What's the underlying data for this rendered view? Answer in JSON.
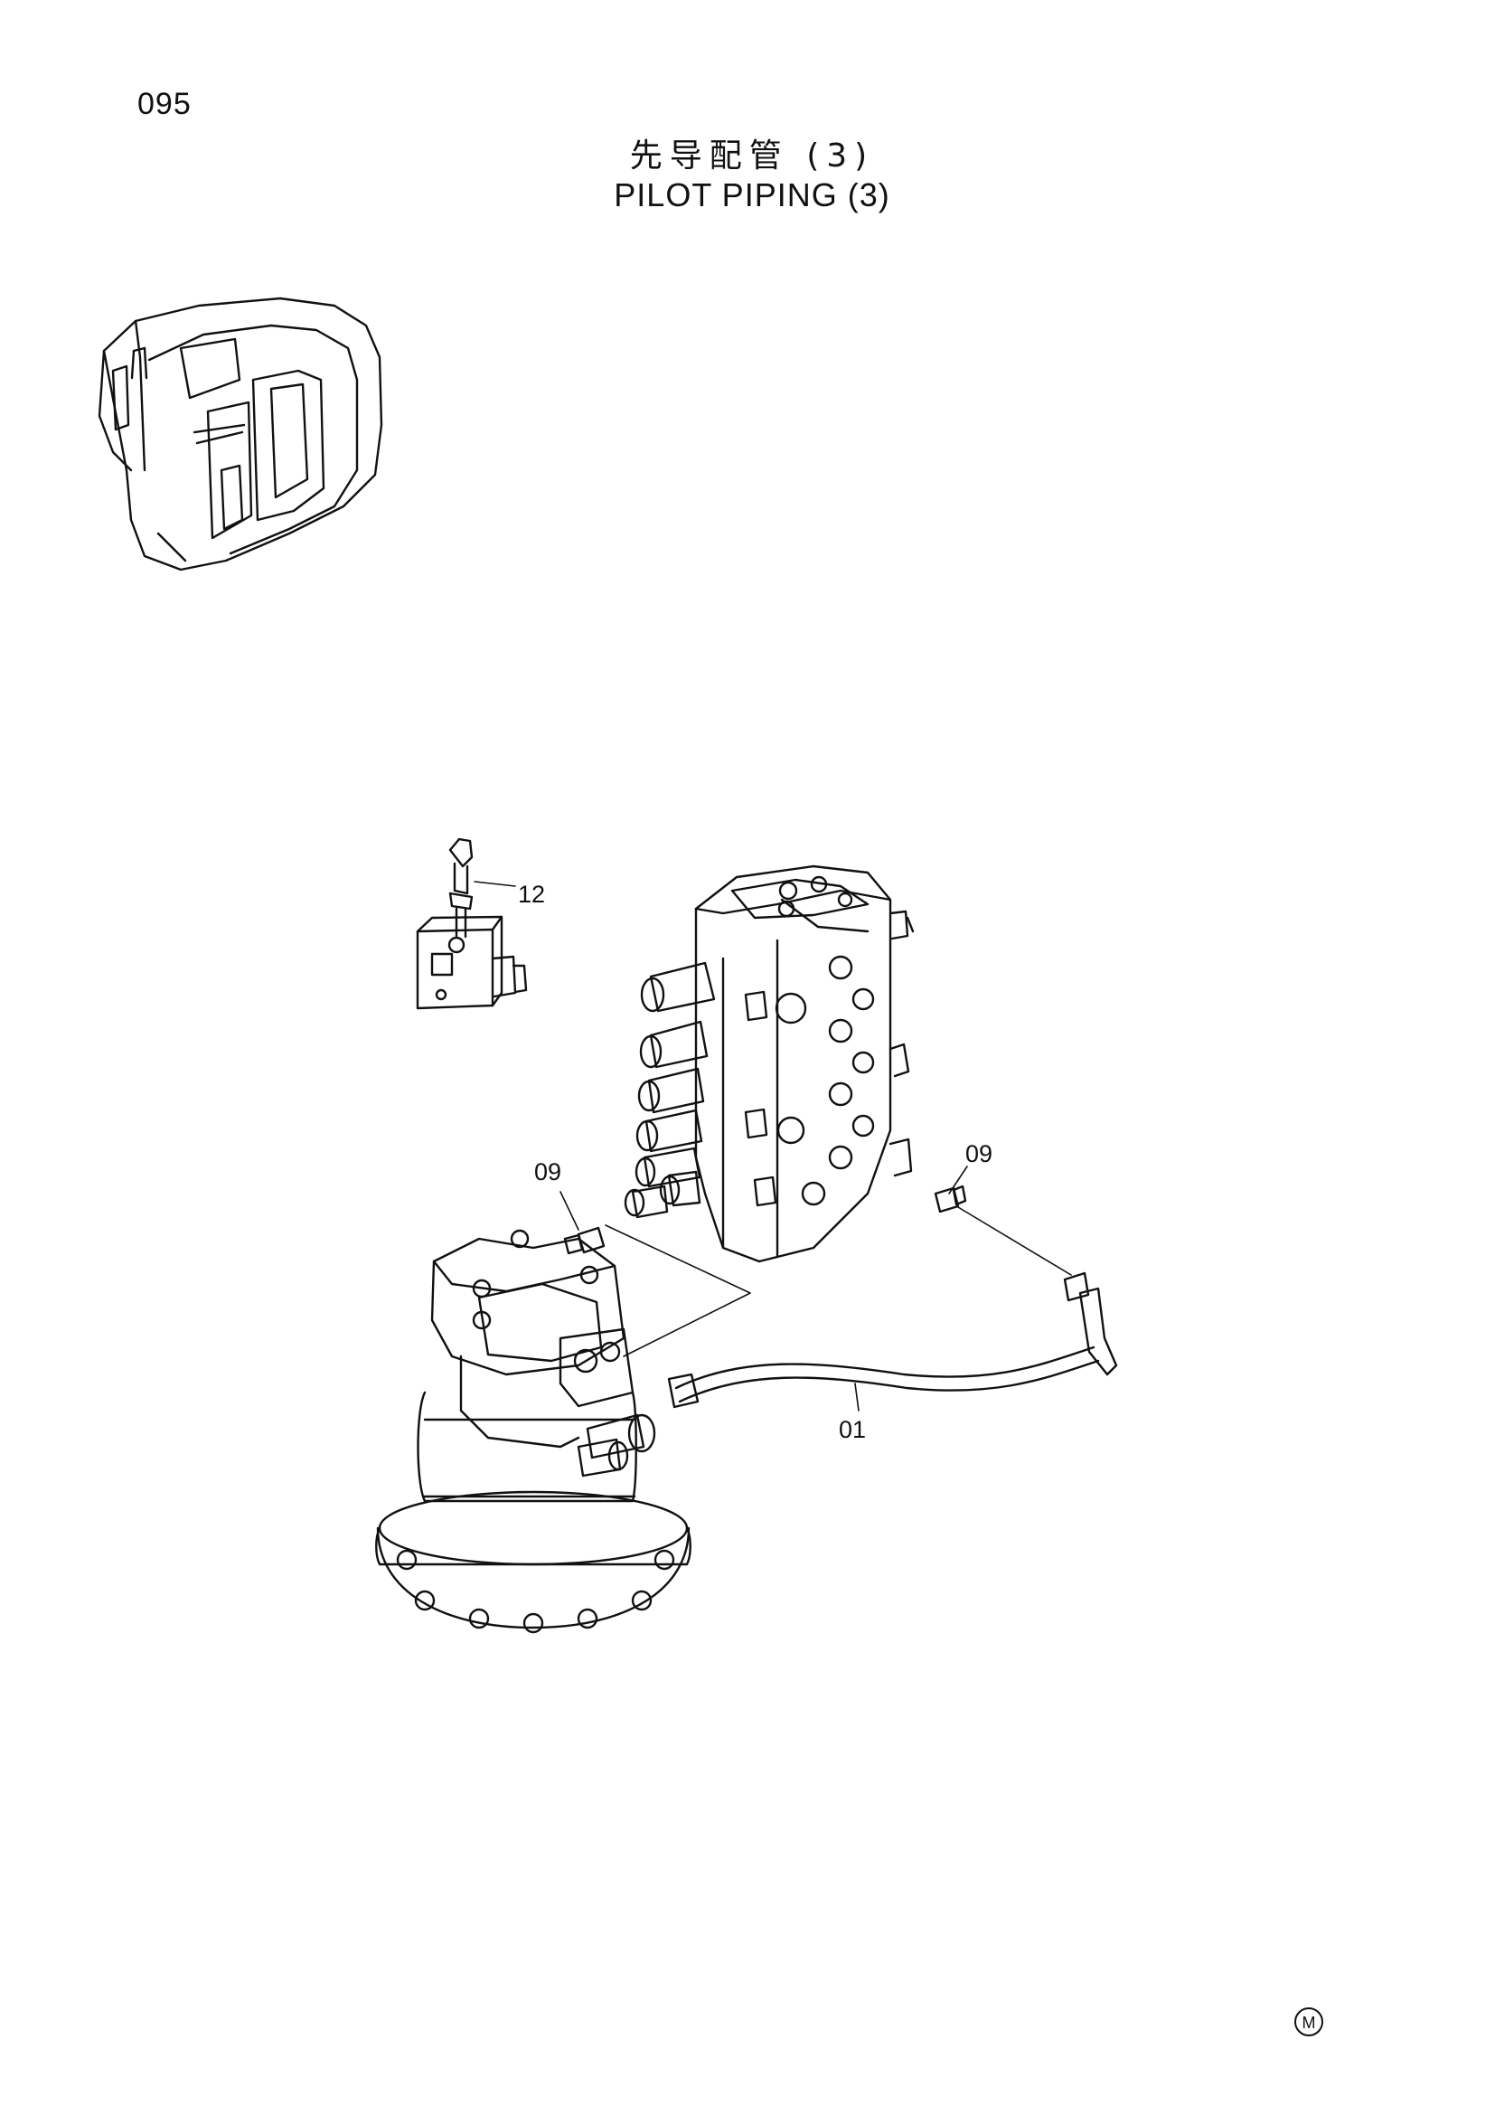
{
  "page": {
    "number": "095",
    "title_cn": "先导配管 (3)",
    "title_en": "PILOT PIPING (3)"
  },
  "callouts": [
    {
      "id": "c12",
      "label": "12"
    },
    {
      "id": "c09a",
      "label": "09"
    },
    {
      "id": "c09b",
      "label": "09"
    },
    {
      "id": "c01",
      "label": "01"
    }
  ],
  "mark": {
    "symbol": "M"
  },
  "icons": {
    "cab": "excavator-cab-icon",
    "valve": "pilot-valve-icon",
    "control_valve": "control-valve-icon",
    "swing_motor": "swing-motor-icon",
    "hose": "pilot-hose-icon",
    "mark": "m-circle-icon"
  },
  "colors": {
    "line": "#111111",
    "background": "#ffffff"
  }
}
